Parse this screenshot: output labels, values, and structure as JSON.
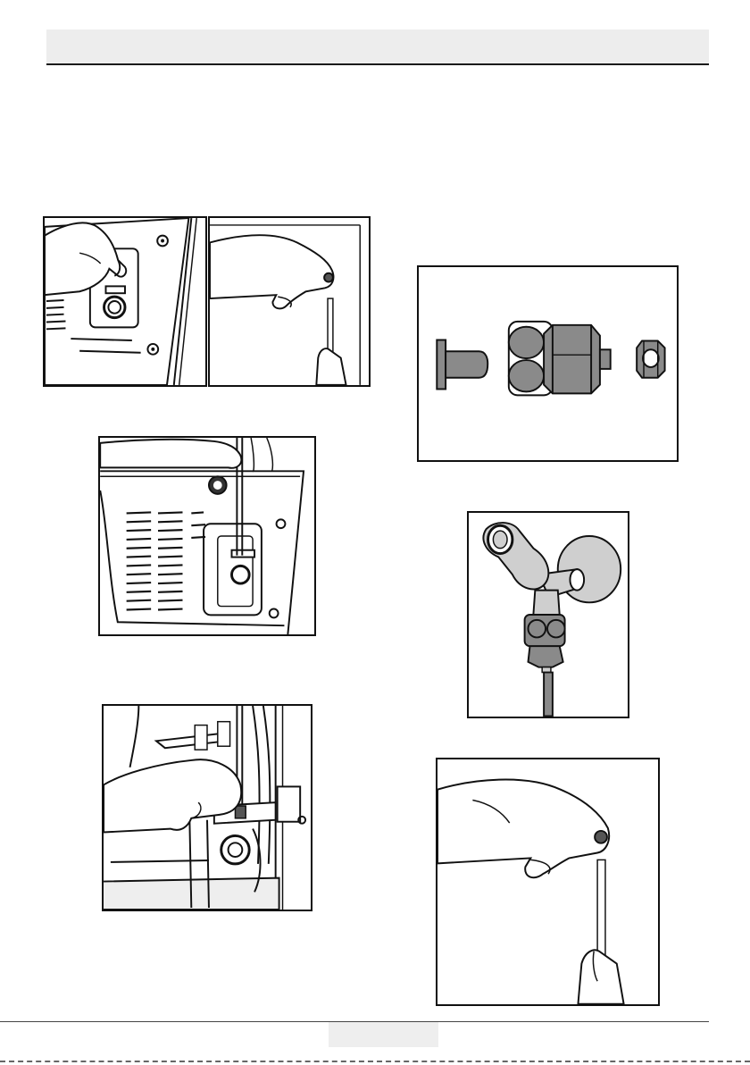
{
  "page": {
    "header": {
      "title": ""
    },
    "footer": {
      "page_number": ""
    }
  },
  "figures": [
    {
      "id": "fig-a",
      "subject": "hand-removing-clip-from-water-inlet"
    },
    {
      "id": "fig-b",
      "subject": "hand-inserting-tube-into-nut"
    },
    {
      "id": "fig-c",
      "subject": "tube-routed-to-inlet-on-back-panel"
    },
    {
      "id": "fig-d",
      "subject": "tube-clipped-at-inlet-close-up"
    },
    {
      "id": "fig-e",
      "subject": "fitting-parts-set"
    },
    {
      "id": "fig-f",
      "subject": "tap-valve-with-hose"
    },
    {
      "id": "fig-g",
      "subject": "hand-inserting-tube-into-nut-large"
    }
  ],
  "colors": {
    "ink": "#111111",
    "header_fill": "#ededed",
    "part_gray": "#8a8a8a",
    "light_gray": "#cfcfcf"
  }
}
